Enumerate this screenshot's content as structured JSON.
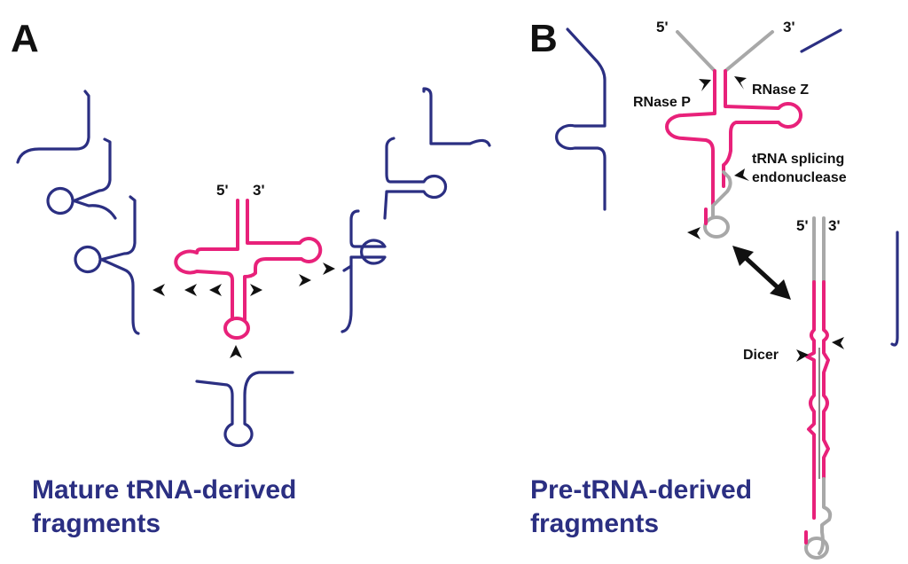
{
  "panels": {
    "a": {
      "letter": "A",
      "trna_5_label": "5'",
      "trna_3_label": "3'",
      "caption_line1": "Mature tRNA-derived",
      "caption_line2": "fragments"
    },
    "b": {
      "letter": "B",
      "pre_5_label": "5'",
      "pre_3_label": "3'",
      "rnase_p": "RNase P",
      "rnase_z": "RNase Z",
      "splicing_line1": "tRNA splicing",
      "splicing_line2": "endonuclease",
      "hairpin_5_label": "5'",
      "hairpin_3_label": "3'",
      "dicer": "Dicer",
      "caption_line1": "Pre-tRNA-derived",
      "caption_line2": "fragments"
    }
  },
  "colors": {
    "fragment": "#2b2f82",
    "trna": "#e8217a",
    "precursor": "#a8a8a8",
    "caption": "#2b2f82",
    "text": "#111111"
  }
}
